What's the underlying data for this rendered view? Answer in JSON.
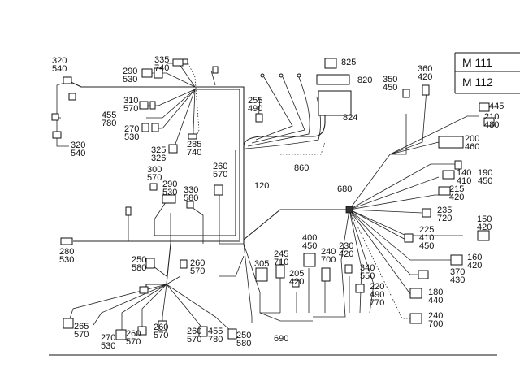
{
  "models": [
    "M 111",
    "M 112"
  ],
  "callouts": {
    "c320_540a": [
      "320",
      "540"
    ],
    "c290_530a": [
      "290",
      "530"
    ],
    "c335_740": [
      "335",
      "740"
    ],
    "c310_570": [
      "310",
      "570"
    ],
    "c455_780a": [
      "455",
      "780"
    ],
    "c270_530a": [
      "270",
      "530"
    ],
    "c320_540b": [
      "320",
      "540"
    ],
    "c325_326": [
      "325",
      "326"
    ],
    "c285_740": [
      "285",
      "740"
    ],
    "c825": [
      "825"
    ],
    "c820": [
      "820"
    ],
    "c824": [
      "824"
    ],
    "c255_490": [
      "255",
      "490"
    ],
    "c860": [
      "860"
    ],
    "c350_450": [
      "350",
      "450"
    ],
    "c360_420": [
      "360",
      "420"
    ],
    "c445": [
      "445"
    ],
    "c210_480": [
      "210",
      "480"
    ],
    "c200_460": [
      "200",
      "460"
    ],
    "c140_410": [
      "140",
      "410"
    ],
    "c190_450": [
      "190",
      "450"
    ],
    "c215_420": [
      "215",
      "420"
    ],
    "c235_720": [
      "235",
      "720"
    ],
    "c150_420": [
      "150",
      "420"
    ],
    "c225_410_450": [
      "225",
      "410",
      "450"
    ],
    "c160_420": [
      "160",
      "420"
    ],
    "c370_430": [
      "370",
      "430"
    ],
    "c180_440": [
      "180",
      "440"
    ],
    "c240_700b": [
      "240",
      "700"
    ],
    "c680": [
      "680"
    ],
    "c120": [
      "120"
    ],
    "c260_570a": [
      "260",
      "570"
    ],
    "c300_570": [
      "300",
      "570"
    ],
    "c290_530b": [
      "290",
      "530"
    ],
    "c330_580": [
      "330",
      "580"
    ],
    "c280_530": [
      "280",
      "530"
    ],
    "c250_580a": [
      "250",
      "580"
    ],
    "c260_570b": [
      "260",
      "570"
    ],
    "c305": [
      "305"
    ],
    "c245_710": [
      "245",
      "710"
    ],
    "c205_420": [
      "205",
      "420"
    ],
    "c400_450": [
      "400",
      "450"
    ],
    "c240_700a": [
      "240",
      "700"
    ],
    "c230_420": [
      "230",
      "420"
    ],
    "c340_550": [
      "340",
      "550"
    ],
    "c220_490_770": [
      "220",
      "490",
      "770"
    ],
    "c690": [
      "690"
    ],
    "c265_570": [
      "265",
      "570"
    ],
    "c270_530b": [
      "270",
      "530"
    ],
    "c260_570c": [
      "260",
      "570"
    ],
    "c260_570d": [
      "260",
      "570"
    ],
    "c260_570e": [
      "260",
      "570"
    ],
    "c455_780b": [
      "455",
      "780"
    ],
    "c250_580b": [
      "250",
      "580"
    ]
  }
}
